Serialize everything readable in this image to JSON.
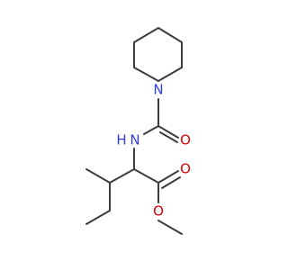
{
  "molecule": {
    "name": "",
    "atoms": {
      "ring_n": "N",
      "amide_n": "N",
      "amide_h": "H",
      "carbonyl_o_upper": "O",
      "carbonyl_o_lower": "O",
      "ester_o": "O"
    }
  }
}
